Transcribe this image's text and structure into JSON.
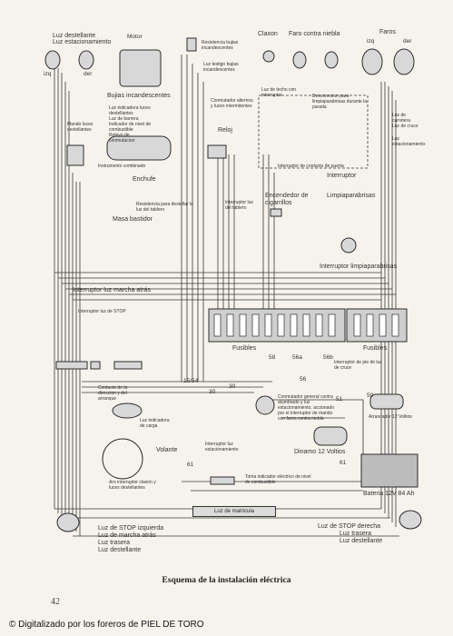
{
  "title": "Esquema de la instalación eléctrica",
  "page_number": "42",
  "credit": "© Digitalizado por los foreros de PIEL DE TORO",
  "labels": {
    "luz_destellante_top": "Luz destellante",
    "luz_estacionamiento_top": "Luz estacionamiento",
    "izq_top": "izq",
    "der_top": "der",
    "motor": "Motor",
    "resistencia_bujias": "Resistencia bujias incandescentes",
    "luz_testigo_bujias": "Luz testigo bujias incandescentes",
    "clanxon": "Claxon",
    "faro_niebla": "Faro contra niebla",
    "faros": "Faros",
    "izq_faros": "izq",
    "der_faros": "der",
    "bujias_incandescentes": "Bujias incandescentes",
    "luz_indicadora_luces": "Luz indicadora luces destellantes",
    "luz_barrera": "Luz de barrera",
    "indicador_nivel": "Indicador de nivel de combustible",
    "relevo_conmutacion": "Relevo de conmutacion",
    "mando_luces": "Mando luces destellantes",
    "instrumento_combinado": "Instrumento combinado",
    "enchufe": "Enchufe",
    "conmutador_alternos": "Conmutador alternos y luces intermitentes",
    "reloj": "Reloj",
    "luz_techo": "Luz de techo con interruptor",
    "desconexion_parabrisas": "Desconexion para limpiaparabrisas durante la parada",
    "luz_carretera": "Luz de carretera",
    "luz_cruce": "Luz de cruce",
    "luz_estacionamiento_right": "Luz estacionamiento",
    "interruptor_puerta": "Interruptor de contacto de puerta",
    "interruptor": "Interruptor",
    "resistencia_destellar": "Resistencia para destellar la luz del tablero",
    "interruptor_tablero": "Interruptor luz del tablero",
    "encendedor": "Encendedor de cigarrillos",
    "limpiaparabrisas": "Limpiaparabrisas",
    "masa_bastidor": "Masa bastidor",
    "interruptor_limpia": "Interruptor limpiaparabrisas",
    "interruptor_marcha_atras": "Interruptor luz marcha atrás",
    "interruptor_stop": "Interruptor luz de STOP",
    "fusibles_left": "Fusibles",
    "fusibles_right": "Fusibles",
    "w58": "58",
    "w56a": "56a",
    "w56b": "56b",
    "interruptor_pie": "Interruptor de pie de luz de cruce",
    "w15_54": "15/54",
    "w30": "30",
    "w30b": "30",
    "w56": "56",
    "w51": "51",
    "w50": "50",
    "contacto_direccion": "Contacto de la direccion y del arranque",
    "luz_carga": "Luz indicadora de carga",
    "conmutador_general": "Conmutador general contra alumbrado y luz estacionamiento, accionado por el interruptor de mando con faros contra niebla",
    "arrancador": "Arrancador 12 Voltios",
    "volante": "Volante",
    "interruptor_estacionamiento": "Interruptor luz estacionamiento",
    "dinamo": "Dinamo 12 Voltios",
    "w61": "61",
    "w61b": "61",
    "aro_claxon": "Aro interruptor claxon y luces destellantes",
    "toma_indicador": "Toma indicador eléctrico de nivel de combustible",
    "bateria": "Bateria 12V 84 Ah",
    "luz_matricula": "Luz de matricula",
    "stop_izquierda": "Luz de STOP izquierda",
    "marcha_atras": "Luz de marcha atrás",
    "luz_trasera_left": "Luz trasera",
    "luz_destellante_left": "Luz destellante",
    "stop_derecha": "Luz de STOP derecha",
    "luz_trasera_right": "Luz trasera",
    "luz_destellante_right": "Luz destellante"
  }
}
